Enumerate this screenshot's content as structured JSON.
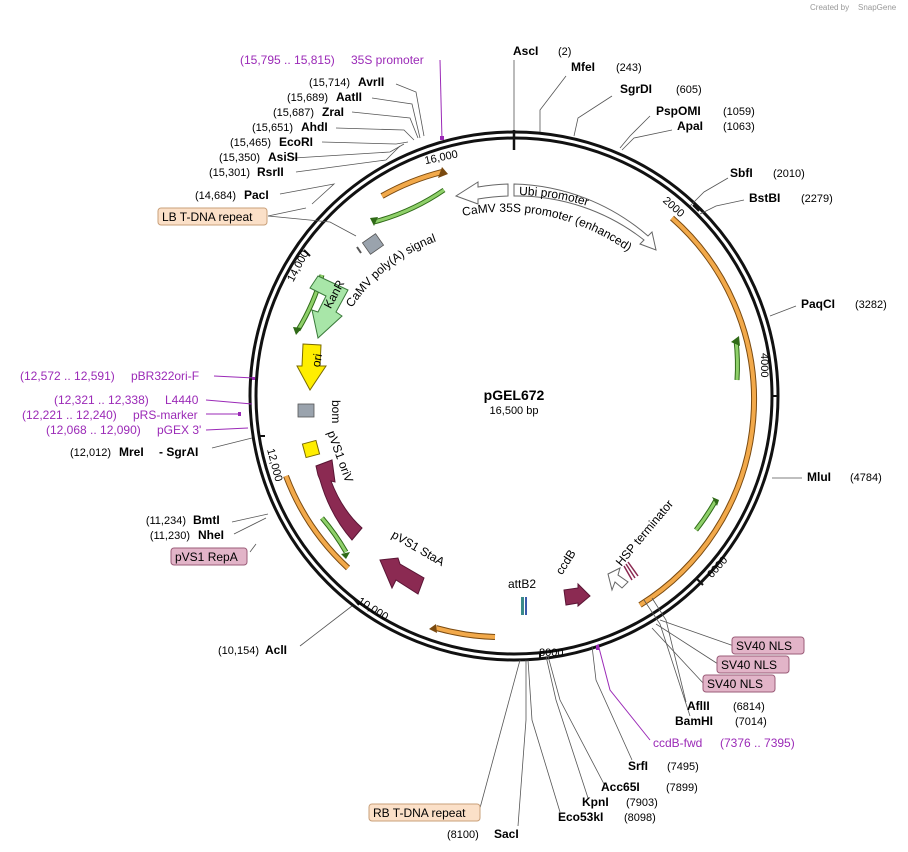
{
  "credit": {
    "prefix": "Created by",
    "brand": "SnapGene"
  },
  "plasmid": {
    "name": "pGEL672",
    "size": "16,500 bp"
  },
  "ticks": [
    "16,000",
    "2000",
    "4000",
    "6000",
    "8000",
    "10,000",
    "12,000",
    "14,000"
  ],
  "enzymes": [
    {
      "name": "AscI",
      "pos": "(2)"
    },
    {
      "name": "MfeI",
      "pos": "(243)"
    },
    {
      "name": "SgrDI",
      "pos": "(605)"
    },
    {
      "name": "PspOMI",
      "pos": "(1059)"
    },
    {
      "name": "ApaI",
      "pos": "(1063)"
    },
    {
      "name": "SbfI",
      "pos": "(2010)"
    },
    {
      "name": "BstBI",
      "pos": "(2279)"
    },
    {
      "name": "PaqCI",
      "pos": "(3282)"
    },
    {
      "name": "MluI",
      "pos": "(4784)"
    },
    {
      "name": "AflII",
      "pos": "(6814)"
    },
    {
      "name": "BamHI",
      "pos": "(7014)"
    },
    {
      "name": "SrfI",
      "pos": "(7495)"
    },
    {
      "name": "Acc65I",
      "pos": "(7899)"
    },
    {
      "name": "KpnI",
      "pos": "(7903)"
    },
    {
      "name": "Eco53kI",
      "pos": "(8098)"
    },
    {
      "name": "SacI",
      "pos": "(8100)"
    },
    {
      "name": "AclI",
      "pos": "(10,154)"
    },
    {
      "name": "NheI",
      "pos": "(11,230)"
    },
    {
      "name": "BmtI",
      "pos": "(11,234)"
    },
    {
      "name": "MreI",
      "pos": "(12,012)",
      "extra": "- SgrAI"
    },
    {
      "name": "PacI",
      "pos": "(14,684)"
    },
    {
      "name": "RsrII",
      "pos": "(15,301)"
    },
    {
      "name": "AsiSI",
      "pos": "(15,350)"
    },
    {
      "name": "EcoRI",
      "pos": "(15,465)"
    },
    {
      "name": "AhdI",
      "pos": "(15,651)"
    },
    {
      "name": "ZraI",
      "pos": "(15,687)"
    },
    {
      "name": "AatII",
      "pos": "(15,689)"
    },
    {
      "name": "AvrII",
      "pos": "(15,714)"
    }
  ],
  "primers": [
    {
      "name": "35S promoter",
      "range": "(15,795 .. 15,815)"
    },
    {
      "name": "pBR322ori-F",
      "range": "(12,572 .. 12,591)"
    },
    {
      "name": "L4440",
      "range": "(12,321 .. 12,338)"
    },
    {
      "name": "pRS-marker",
      "range": "(12,221 .. 12,240)"
    },
    {
      "name": "pGEX 3'",
      "range": "(12,068 .. 12,090)"
    },
    {
      "name": "ccdB-fwd",
      "range": "(7376 .. 7395)"
    }
  ],
  "badges": {
    "lb": "LB T-DNA repeat",
    "rb": "RB T-DNA repeat",
    "repa": "pVS1 RepA",
    "nls1": "SV40 NLS",
    "nls2": "SV40 NLS",
    "nls3": "SV40 NLS"
  },
  "features": {
    "ubi": "Ubi promoter",
    "camv35s": "CaMV 35S promoter (enhanced)",
    "polya": "CaMV poly(A) signal",
    "kanr": "KanR",
    "ori": "ori",
    "bom": "bom",
    "oriv": "pVS1 oriV",
    "staa": "pVS1 StaA",
    "attb2": "attB2",
    "ccdb": "ccdB",
    "hsp": "HSP terminator"
  },
  "colors": {
    "orf": "#f2a94a",
    "green": "#4a9a2a",
    "kanr": "#a8e6a8",
    "ori": "#ffee00",
    "maroon": "#8b2a52",
    "grey": "#9aa3ad",
    "primer": "#9b2ab7"
  }
}
